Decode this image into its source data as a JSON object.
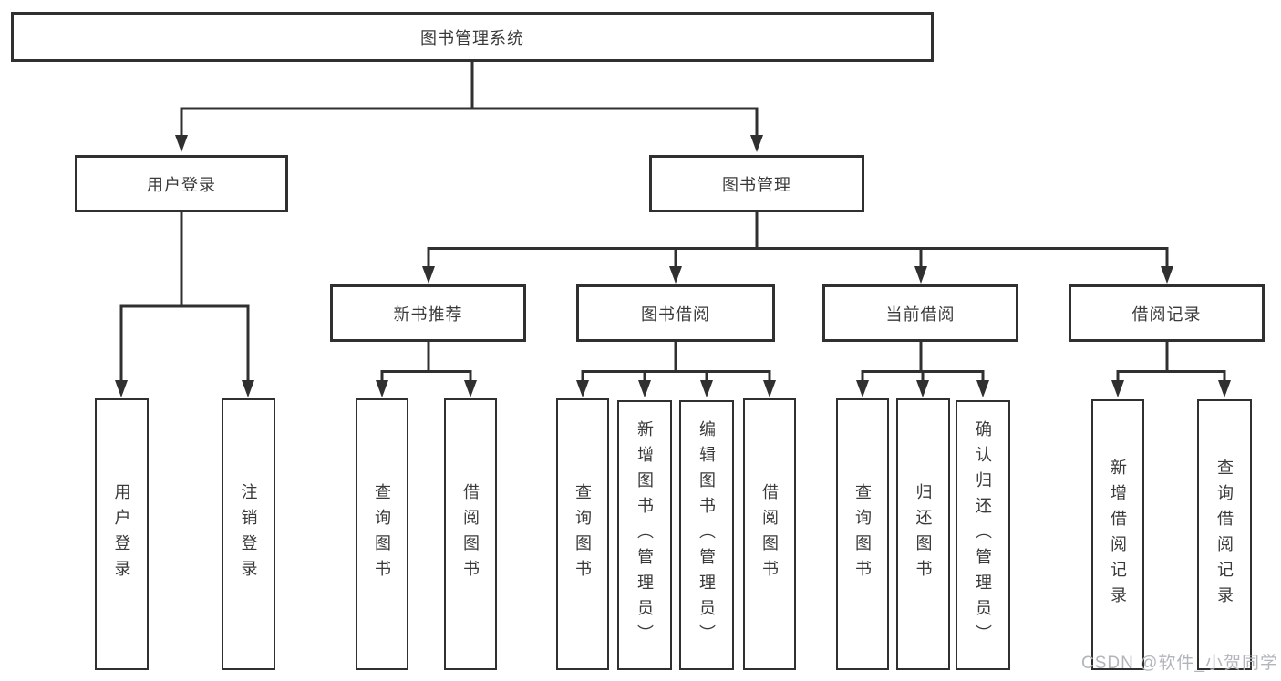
{
  "diagram": {
    "root_label": "图书管理系统",
    "branches": [
      {
        "label": "用户登录",
        "leaves": [
          {
            "label": "用户登录"
          },
          {
            "label": "注销登录"
          }
        ]
      },
      {
        "label": "图书管理",
        "groups": [
          {
            "label": "新书推荐",
            "leaves": [
              {
                "label": "查询图书"
              },
              {
                "label": "借阅图书"
              }
            ]
          },
          {
            "label": "图书借阅",
            "leaves": [
              {
                "label": "查询图书"
              },
              {
                "label": "新增图书（管理员）"
              },
              {
                "label": "编辑图书（管理员）"
              },
              {
                "label": "借阅图书"
              }
            ]
          },
          {
            "label": "当前借阅",
            "leaves": [
              {
                "label": "查询图书"
              },
              {
                "label": "归还图书"
              },
              {
                "label": "确认归还（管理员）"
              }
            ]
          },
          {
            "label": "借阅记录",
            "leaves": [
              {
                "label": "新增借阅记录"
              },
              {
                "label": "查询借阅记录"
              }
            ]
          }
        ]
      }
    ]
  },
  "watermark": {
    "text": "CSDN @软件_小贺同学"
  },
  "colors": {
    "line": "#303030",
    "text": "#3a3a3a",
    "watermark": "#b2b6bb",
    "background": "#ffffff"
  }
}
